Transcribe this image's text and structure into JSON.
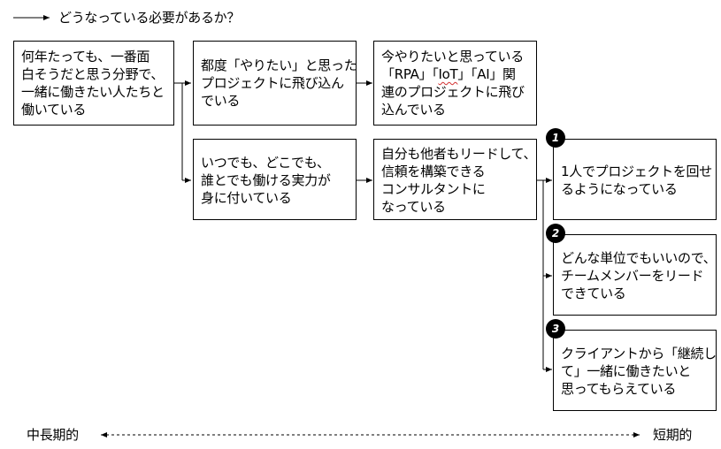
{
  "legend": {
    "text": "どうなっている必要があるか？"
  },
  "boxes": {
    "root": [
      "何年たっても、一番面",
      "白そうだと思う分野で、",
      "一緒に働きたい人たちと",
      "働いている"
    ],
    "b1": [
      "都度「やりたい」と思った",
      "プロジェクトに飛び込ん",
      "でいる"
    ],
    "b2": {
      "line1": "今やりたいと思っている",
      "line2_pre": "「RPA」「",
      "line2_mark": "IoT",
      "line2_post": "」「AI」関",
      "line3": "連のプロジェクトに飛び",
      "line4": "込んでいる"
    },
    "b3": [
      "いつでも、どこでも、",
      "誰とでも働ける実力が",
      "身に付いている"
    ],
    "b4": [
      "自分も他者もリードして、",
      "信頼を構築できる",
      "コンサルタントに",
      "なっている"
    ],
    "g1": [
      "1人でプロジェクトを回せ",
      "るようになっている"
    ],
    "g2": [
      "どんな単位でもいいので、",
      "チームメンバーをリード",
      "できている"
    ],
    "g3": [
      "クライアントから「継続し",
      "て」一緒に働きたいと",
      "思ってもらえている"
    ]
  },
  "badges": [
    "1",
    "2",
    "3"
  ],
  "timeline": {
    "left": "中長期的",
    "right": "短期的"
  }
}
